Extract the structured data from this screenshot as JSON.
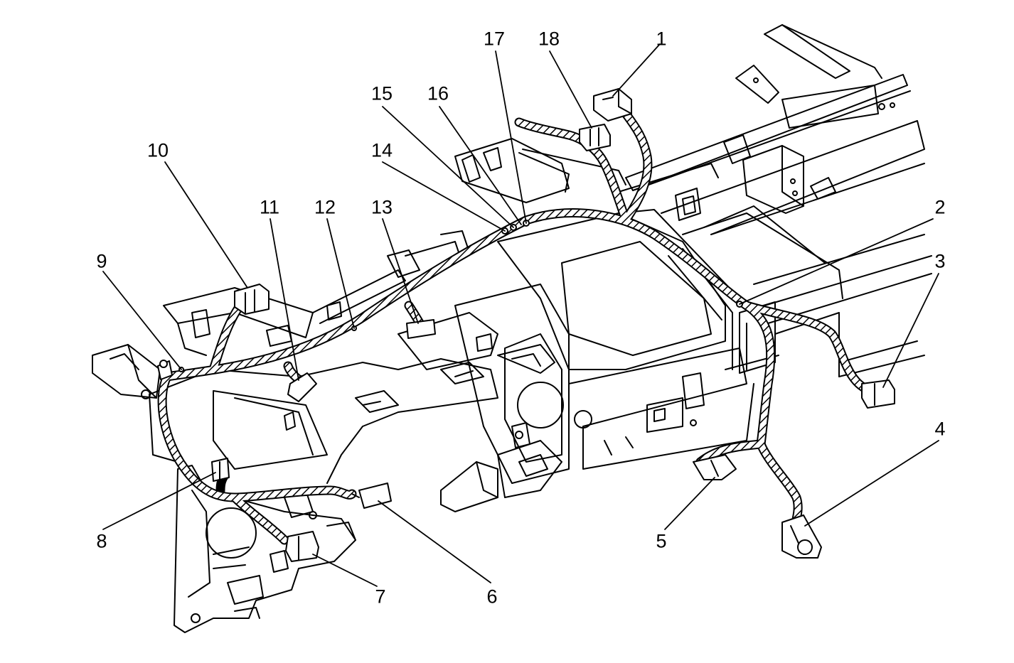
{
  "figure": {
    "type": "exploded-view line illustration",
    "subject": "instrument panel carrier with wiring harness and connectors",
    "line_color": "#000000",
    "background_color": "#ffffff"
  },
  "callouts": [
    {
      "id": "1",
      "label": "1"
    },
    {
      "id": "2",
      "label": "2"
    },
    {
      "id": "3",
      "label": "3"
    },
    {
      "id": "4",
      "label": "4"
    },
    {
      "id": "5",
      "label": "5"
    },
    {
      "id": "6",
      "label": "6"
    },
    {
      "id": "7",
      "label": "7"
    },
    {
      "id": "8",
      "label": "8"
    },
    {
      "id": "9",
      "label": "9"
    },
    {
      "id": "10",
      "label": "10"
    },
    {
      "id": "11",
      "label": "11"
    },
    {
      "id": "12",
      "label": "12"
    },
    {
      "id": "13",
      "label": "13"
    },
    {
      "id": "14",
      "label": "14"
    },
    {
      "id": "15",
      "label": "15"
    },
    {
      "id": "16",
      "label": "16"
    },
    {
      "id": "17",
      "label": "17"
    },
    {
      "id": "18",
      "label": "18"
    }
  ]
}
